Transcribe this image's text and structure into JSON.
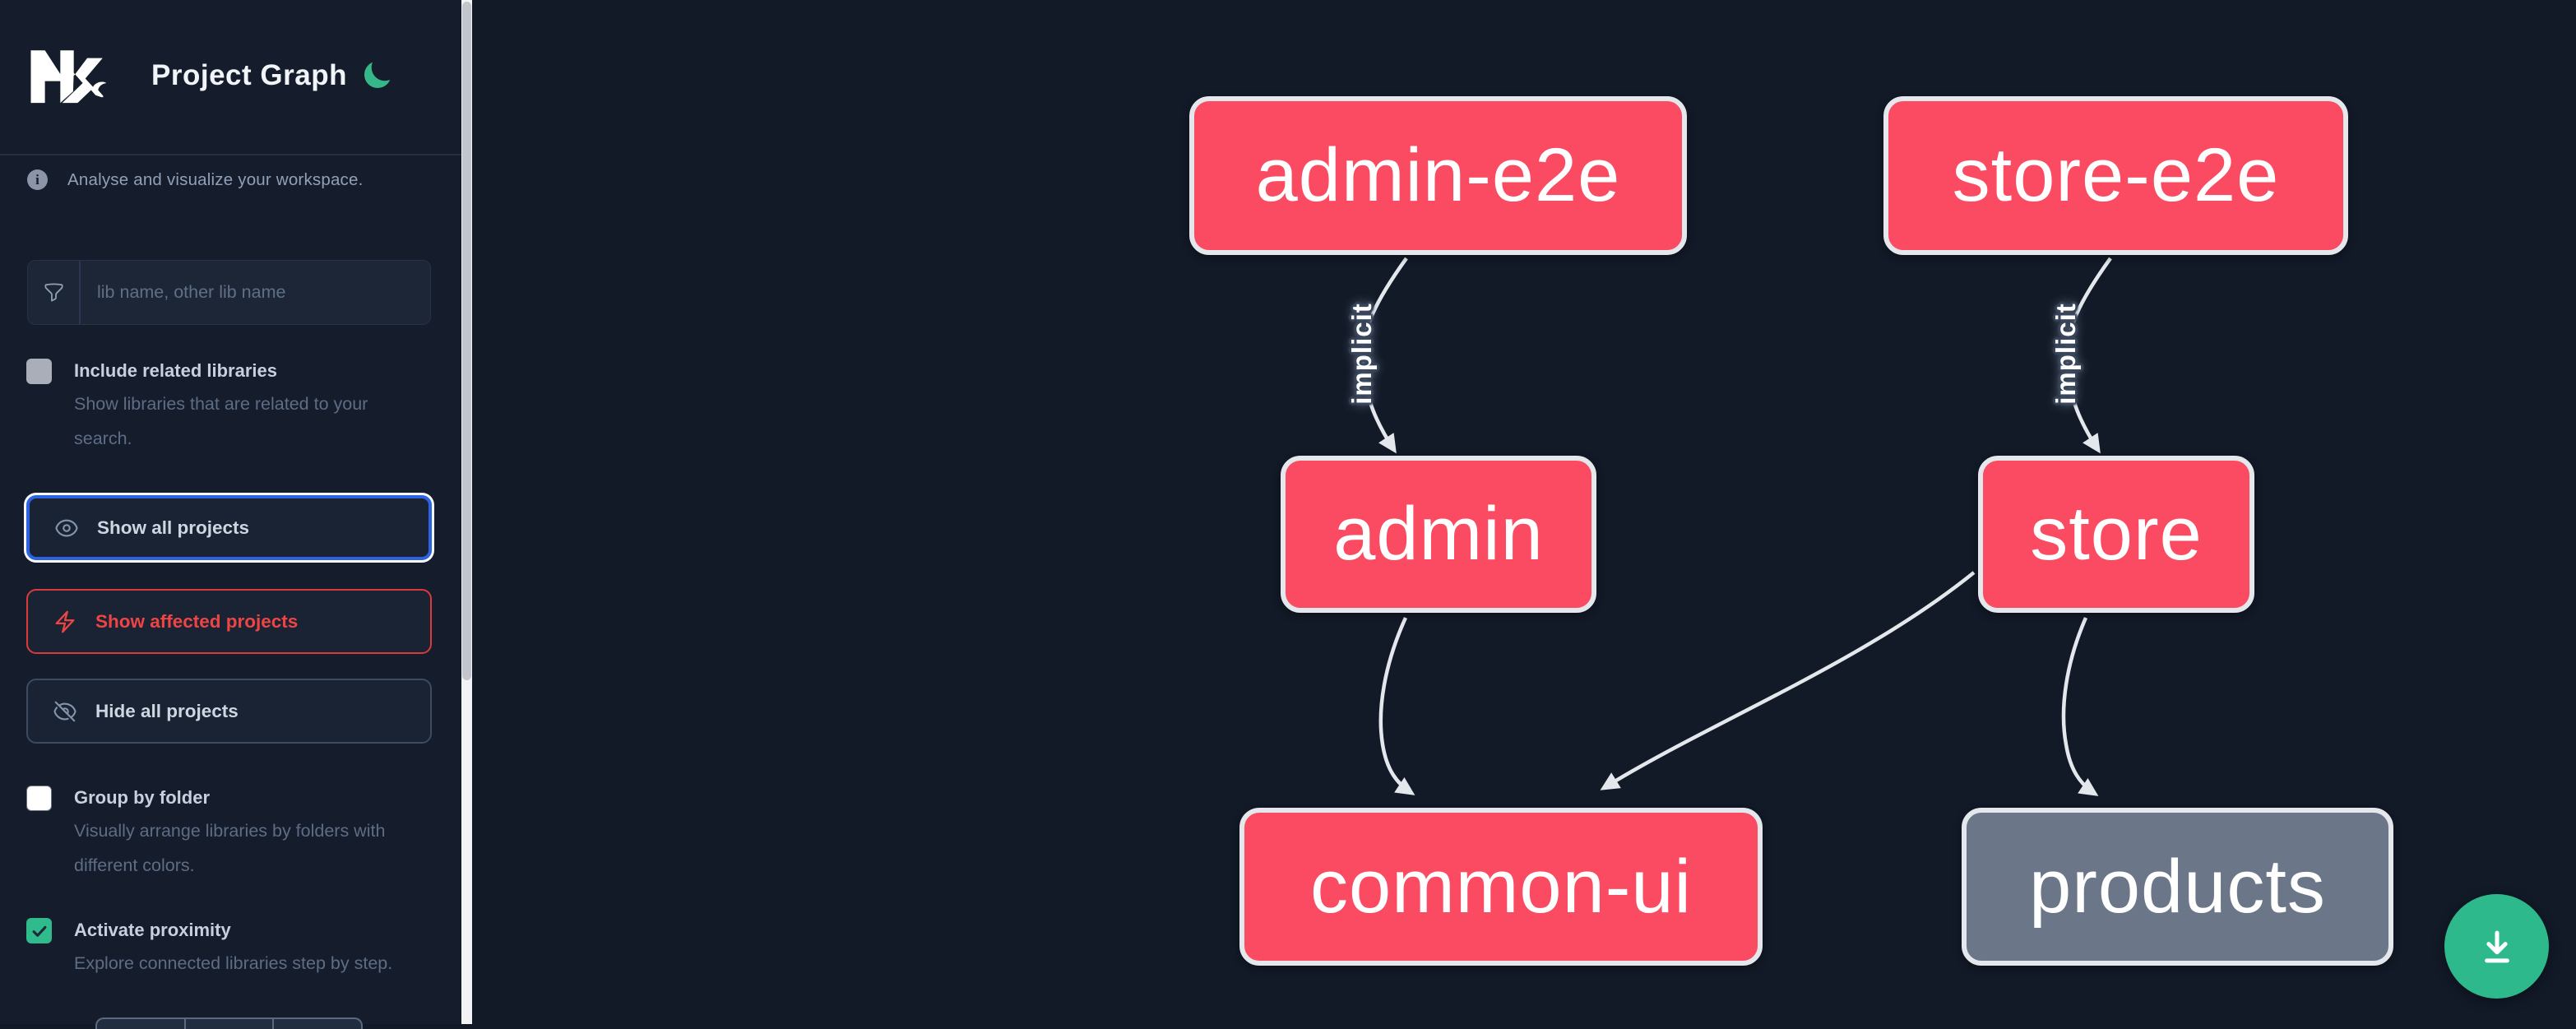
{
  "header": {
    "title": "Project Graph",
    "logo": "Nx",
    "theme_icon": "moon"
  },
  "sidebar": {
    "tagline": "Analyse and visualize your workspace.",
    "search": {
      "placeholder": "lib name, other lib name",
      "value": ""
    },
    "toggles": [
      {
        "label": "Include related libraries",
        "description": "Show libraries that are related to your search.",
        "checked": false
      },
      {
        "label": "Group by folder",
        "description": "Visually arrange libraries by folders with different colors.",
        "checked": false
      },
      {
        "label": "Activate proximity",
        "description": "Explore connected libraries step by step.",
        "checked": true
      }
    ],
    "buttons": [
      {
        "label": "Show all projects",
        "icon": "eye-icon",
        "state": "focused"
      },
      {
        "label": "Show affected projects",
        "icon": "bolt-icon",
        "state": "affected"
      },
      {
        "label": "Hide all projects",
        "icon": "eye-slash-icon",
        "state": "default"
      }
    ]
  },
  "graph": {
    "nodes": [
      {
        "id": "admin-e2e",
        "label": "admin-e2e",
        "color": "#fb4b63"
      },
      {
        "id": "store-e2e",
        "label": "store-e2e",
        "color": "#fb4b63"
      },
      {
        "id": "admin",
        "label": "admin",
        "color": "#fb4b63"
      },
      {
        "id": "store",
        "label": "store",
        "color": "#fb4b63"
      },
      {
        "id": "common-ui",
        "label": "common-ui",
        "color": "#fb4b63"
      },
      {
        "id": "products",
        "label": "products",
        "color": "#6b7689"
      }
    ],
    "edges": [
      {
        "source": "admin-e2e",
        "target": "admin",
        "label": "implicit"
      },
      {
        "source": "store-e2e",
        "target": "store",
        "label": "implicit"
      },
      {
        "source": "admin",
        "target": "common-ui",
        "label": ""
      },
      {
        "source": "store",
        "target": "common-ui",
        "label": ""
      },
      {
        "source": "store",
        "target": "products",
        "label": ""
      }
    ]
  },
  "fab": {
    "action": "download"
  },
  "colors": {
    "canvas_bg": "#121927",
    "sidebar_bg": "#151c2b",
    "node_pink": "#fb4b63",
    "node_gray": "#6b7689",
    "edge": "#e4e7ec",
    "accent_blue": "#2d63e0",
    "accent_red": "#ef4444",
    "accent_green": "#2eb98c"
  }
}
